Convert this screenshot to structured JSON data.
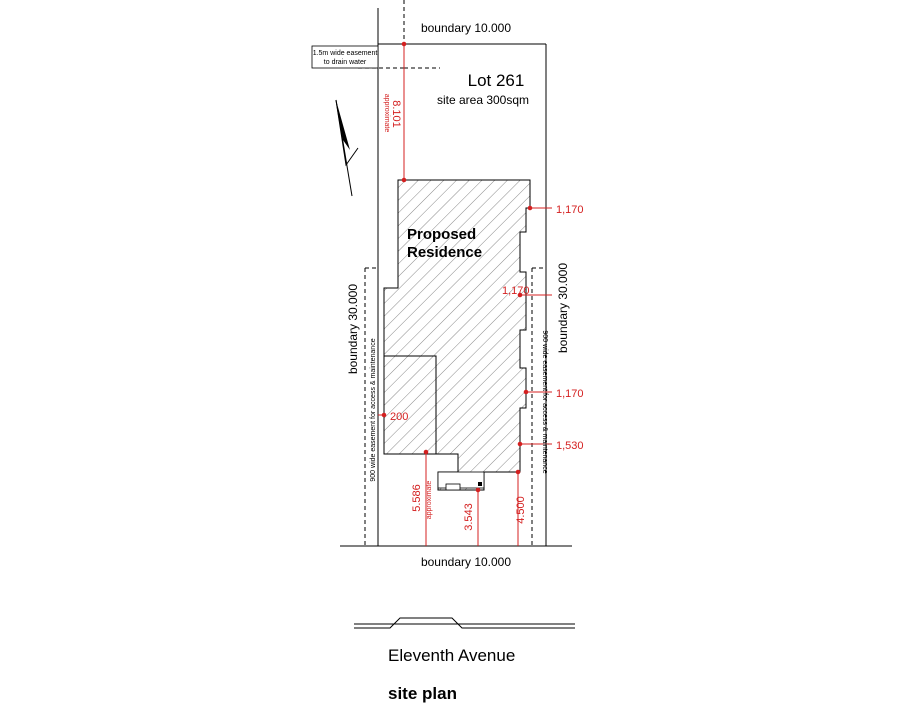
{
  "lot": {
    "name": "Lot 261",
    "area": "site area 300sqm"
  },
  "building": {
    "line1": "Proposed",
    "line2": "Residence"
  },
  "boundaries": {
    "top": "boundary 10.000",
    "bottom": "boundary 10.000",
    "left": "boundary 30.000",
    "right": "boundary 30.000"
  },
  "easements": {
    "drain_line1": "1.5m wide easement",
    "drain_line2": "to drain water",
    "left_access": "900 wide easement for access & maintenance",
    "right_access": "900 wide easement for access & maintenance"
  },
  "dimensions": {
    "front_setback": "8.101",
    "front_setback_note": "approximate",
    "right_1": "1,170",
    "right_2": "1,170",
    "right_3": "1,170",
    "right_4": "1,530",
    "left_side": "200",
    "rear_1": "5.586",
    "rear_1_note": "approximate",
    "rear_2": "3.543",
    "rear_3": "4.500"
  },
  "street": "Eleventh  Avenue",
  "title": "site plan",
  "colors": {
    "dimension": "#d42020",
    "line": "#000000",
    "hatch": "#8a8a8a"
  }
}
